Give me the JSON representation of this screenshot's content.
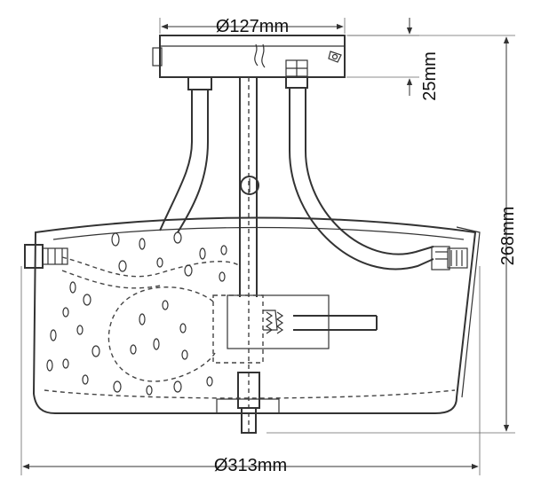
{
  "dimensions": {
    "canopy_diameter": "Ø127mm",
    "canopy_height": "25mm",
    "total_height": "268mm",
    "shade_diameter": "Ø313mm"
  }
}
